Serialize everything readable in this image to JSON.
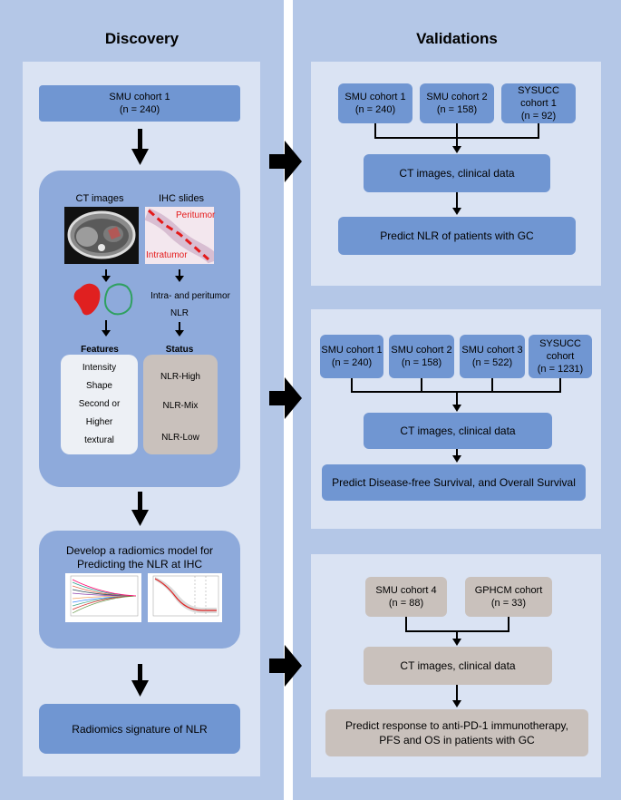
{
  "discovery": {
    "title": "Discovery",
    "smu_cohort1": "SMU cohort 1\n(n = 240)",
    "ct_images_label": "CT images",
    "ihc_slides_label": "IHC slides",
    "peritumor": "Peritumor",
    "intratumor": "Intratumor",
    "intra_peri": "Intra- and peritumor",
    "nlr": "NLR",
    "features_heading": "Features",
    "status_heading": "Status",
    "features": [
      "Intensity",
      "Shape",
      "Second or",
      "Higher",
      "textural"
    ],
    "status": [
      "NLR-High",
      "NLR-Mix",
      "NLR-Low"
    ],
    "develop_model": "Develop a radiomics model for\nPredicting the NLR at IHC",
    "signature": "Radiomics signature of NLR"
  },
  "validations": {
    "title": "Validations",
    "panel1": {
      "cohorts": [
        "SMU cohort 1\n(n = 240)",
        "SMU cohort 2\n(n = 158)",
        "SYSUCC\ncohort 1\n(n = 92)"
      ],
      "ct": "CT images, clinical data",
      "predict": "Predict NLR of patients with GC"
    },
    "panel2": {
      "cohorts": [
        "SMU cohort 1\n(n = 240)",
        "SMU cohort 2\n(n = 158)",
        "SMU cohort 3\n(n = 522)",
        "SYSUCC\ncohort\n(n = 1231)"
      ],
      "ct": "CT images, clinical data",
      "predict": "Predict Disease-free Survival, and Overall Survival"
    },
    "panel3": {
      "cohorts": [
        "SMU cohort 4\n(n = 88)",
        "GPHCM cohort\n(n = 33)"
      ],
      "ct": "CT images, clinical data",
      "predict": "Predict response to anti-PD-1 immunotherapy,\nPFS and OS in patients with GC"
    }
  },
  "colors": {
    "column_bg": "#b4c7e7",
    "panel_bg": "#dae3f3",
    "blue_box": "#7096d2",
    "grey_box": "#c9c1bc",
    "tumor_red": "#e02020",
    "tumor_green": "#2fa060"
  }
}
